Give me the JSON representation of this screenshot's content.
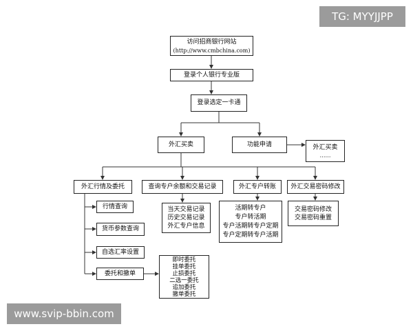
{
  "nodes": {
    "visit_site": {
      "line1": "访问招商银行网站",
      "line2": "(http://www.cmbchina.com)"
    },
    "login_pro": "登录个人银行专业版",
    "select_card": "登录选定一卡通",
    "fx_trade": "外汇买卖",
    "func_apply": "功能申请",
    "fx_trade_sub": {
      "title": "外汇买卖",
      "ellipsis": "……"
    },
    "fx_quote": "外汇行情及委托",
    "query_balance": "查询专户余额和交易记录",
    "fx_transfer": "外汇专户转账",
    "fx_pwd": "外汇交易密码修改",
    "quote_query": "行情查询",
    "currency_param": "货币参数查询",
    "custom_rate": "自选汇率设置",
    "order_cancel": "委托和撤单",
    "order_list": [
      "即时委托",
      "挂单委托",
      "止损委托",
      "二选一委托",
      "追加委托",
      "撤单委托"
    ],
    "query_list": [
      "当天交易记录",
      "历史交易记录",
      "外汇专户信息"
    ],
    "transfer_list": [
      "活期转专户",
      "专户转活期",
      "专户活期转专户定期",
      "专户定期转专户活期"
    ],
    "pwd_list": [
      "交易密码修改",
      "交易密码重置"
    ]
  },
  "watermarks": {
    "top": "TG: MYYJJPP",
    "bottom": "www.svip-bbin.com"
  }
}
